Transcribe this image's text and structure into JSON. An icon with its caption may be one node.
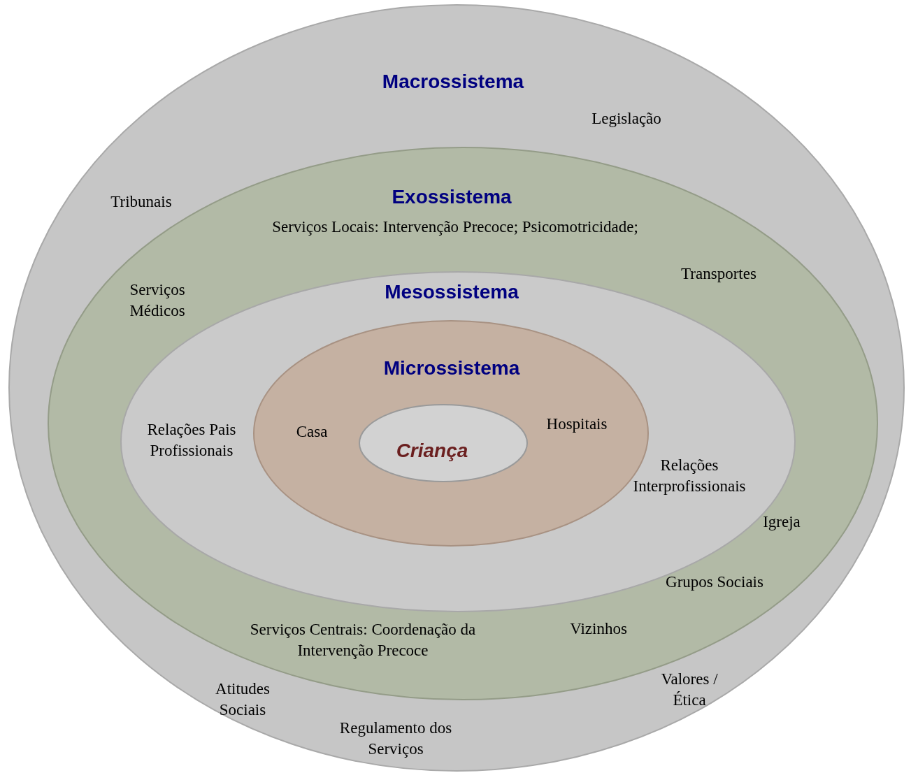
{
  "diagram": {
    "nodes": [
      {
        "text": [
          "Macrossistema",
          "Legislação",
          "Tribunais",
          "Atitudes Sociais",
          "Regulamento dos Serviços",
          "Valores / Ética"
        ]
      },
      {
        "text": [
          "Exossistema",
          "Serviços Locais: Intervenção Precoce; Psicomotricidade;",
          "Transportes",
          "Serviços Médicos",
          "Igreja",
          "Grupos Sociais",
          "Serviços Centrais: Coordenação da Intervenção Precoce",
          "Vizinhos"
        ],
        "in": 0
      },
      {
        "text": [
          "Mesossistema",
          "Relações Pais Profissionais",
          "Relações Interprofissionais"
        ],
        "in": 1
      },
      {
        "text": [
          "Microssistema",
          "Casa",
          "Hospitais"
        ],
        "in": 2
      },
      {
        "text": [
          "Criança"
        ],
        "in": 3
      }
    ]
  }
}
